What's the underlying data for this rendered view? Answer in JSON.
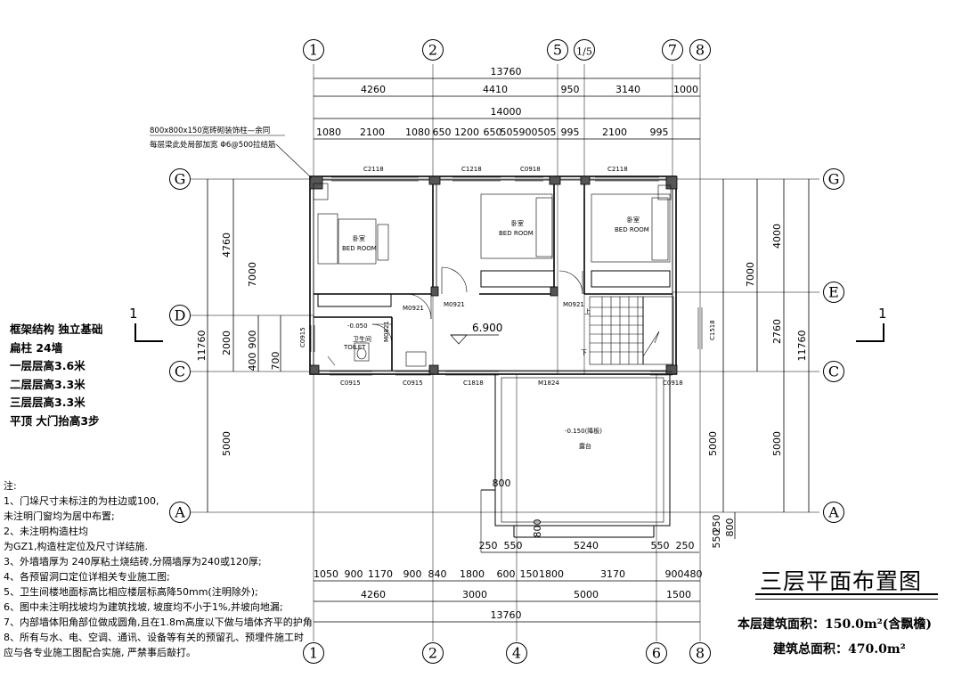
{
  "grid_axes": {
    "top": [
      "1",
      "2",
      "5",
      "1/5",
      "7",
      "8"
    ],
    "bottom": [
      "1",
      "2",
      "4",
      "6",
      "8"
    ],
    "left": [
      "G",
      "D",
      "C",
      "A"
    ],
    "right": [
      "G",
      "E",
      "C",
      "A"
    ]
  },
  "dims_top": {
    "overall": "13760",
    "row1": [
      "4260",
      "4410",
      "950",
      "3140",
      "1000"
    ],
    "overall2": "14000",
    "row3": [
      "1080",
      "2100",
      "1080",
      "650",
      "1200",
      "650",
      "505",
      "900",
      "505",
      "995",
      "2100",
      "995"
    ]
  },
  "dims_bottom": {
    "row1": [
      "250",
      "550",
      "5240",
      "550",
      "250"
    ],
    "row2": [
      "1050",
      "900",
      "1170",
      "900",
      "840",
      "1800",
      "600",
      "150",
      "1800",
      "3170",
      "900",
      "480"
    ],
    "row3": [
      "4260",
      "3000",
      "5000",
      "1500"
    ],
    "overall": "13760"
  },
  "dims_left": [
    "4760",
    "7000",
    "2000",
    "900",
    "400",
    "700",
    "11760",
    "5000"
  ],
  "dims_right": [
    "4000",
    "7000",
    "2760",
    "11760",
    "5000",
    "5000",
    "250",
    "550",
    "800"
  ],
  "dim_misc": [
    "800",
    "800"
  ],
  "window_labels": [
    "C2118",
    "C1218",
    "C0918",
    "C2118",
    "C0915",
    "C0915",
    "C0915",
    "C1818",
    "C0918",
    "C1518"
  ],
  "door_labels": [
    "M0921",
    "M0921",
    "M0921",
    "M0821",
    "M1824"
  ],
  "room_labels": {
    "bedroom_cn": "卧室",
    "bedroom_en": "BED  ROOM",
    "toilet_cn": "卫生间",
    "toilet_en": "TOILET",
    "terrace": "露台",
    "up": "上",
    "down": "下"
  },
  "levels": {
    "floor": "6.900",
    "toilet": "-0.050",
    "terrace": "-0.150(降板)"
  },
  "section_marks": [
    "1",
    "1"
  ],
  "column_note": [
    "800x800x150宽砖砌装饰柱—余同",
    "每层梁此处局部加宽 Φ6@500拉结筋"
  ],
  "structure_spec": [
    "框架结构 独立基础",
    "扁柱 24墙",
    "一层层高3.6米",
    "二层层高3.3米",
    "三层层高3.3米",
    "平顶 大门抬高3步"
  ],
  "notes_title": "注:",
  "notes": [
    "1、门垛尺寸未标注的为柱边或100,",
    "   未注明门窗均为居中布置;",
    "2、未注明构造柱均",
    "   为GZ1,构造柱定位及尺寸详结施.",
    "3、外墙墙厚为 240厚粘土烧结砖,分隔墙厚为240或120厚;",
    "4、各预留洞口定位详相关专业施工图;",
    "5、卫生间楼地面标高比相应楼层标高降50mm(注明除外);",
    "6、图中未注明找坡均为建筑找坡, 坡度均不小于1%,并坡向地漏;",
    "7、内部墙体阳角部位做成圆角,且在1.8m高度以下做与墙体齐平的护角",
    "8、所有与水、电、空调、通讯、设备等有关的预留孔、预埋件施工时",
    "   应与各专业施工图配合实施, 严禁事后敲打。"
  ],
  "title": "三层平面布置图",
  "area_floor": "本层建筑面积：150.0m²(含飘檐)",
  "area_total": "建筑总面积：470.0m²"
}
